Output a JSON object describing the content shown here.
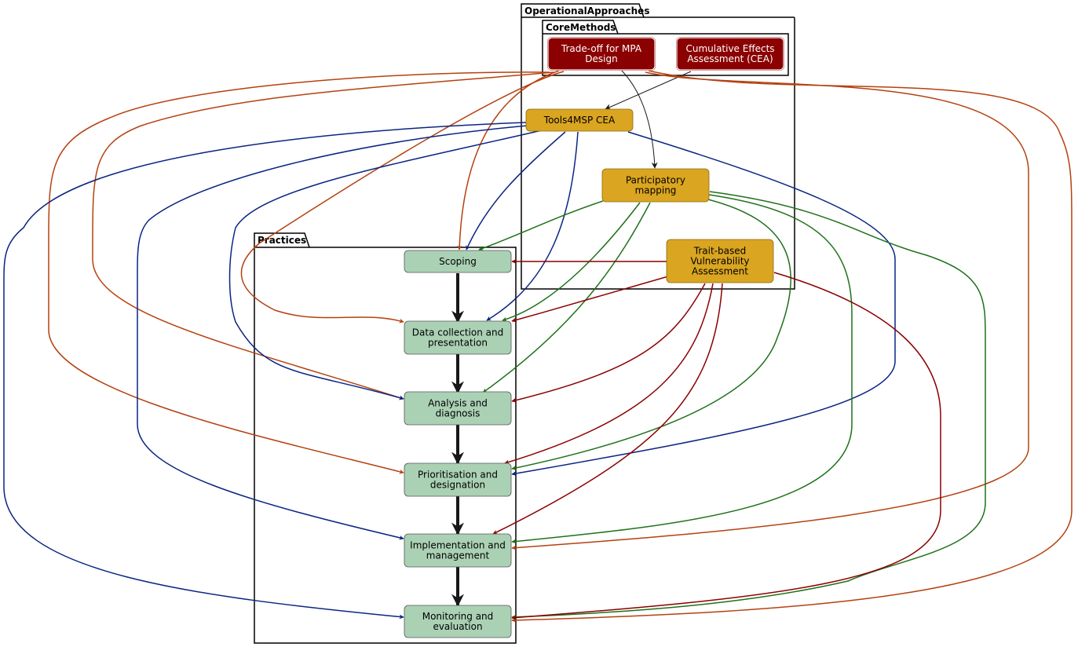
{
  "colors": {
    "core_method": "#8B0000",
    "approach": "#DAA520",
    "practice": "#ABD1B5",
    "practice_border": "#555555",
    "tradeoff_edge": "#B5410F",
    "tools_edge": "#0A2583",
    "participatory_edge": "#1E7119",
    "trait_edge": "#8B0000",
    "flow_edge": "#181818",
    "cea_edge": "#181818"
  },
  "packages": {
    "operational": "OperationalApproaches",
    "core": "CoreMethods",
    "practices": "Practices"
  },
  "nodes": {
    "tradeoff": [
      "Trade-off for MPA",
      "Design"
    ],
    "cea": [
      "Cumulative Effects",
      "Assessment (CEA)"
    ],
    "tools4msp": [
      "Tools4MSP CEA"
    ],
    "participatory": [
      "Participatory",
      "mapping"
    ],
    "trait": [
      "Trait-based",
      "Vulnerability",
      "Assessment"
    ],
    "scoping": [
      "Scoping"
    ],
    "datacollection": [
      "Data collection and",
      "presentation"
    ],
    "analysis": [
      "Analysis and",
      "diagnosis"
    ],
    "prioritisation": [
      "Prioritisation and",
      "designation"
    ],
    "implementation": [
      "Implementation and",
      "management"
    ],
    "monitoring": [
      "Monitoring and",
      "evaluation"
    ]
  }
}
